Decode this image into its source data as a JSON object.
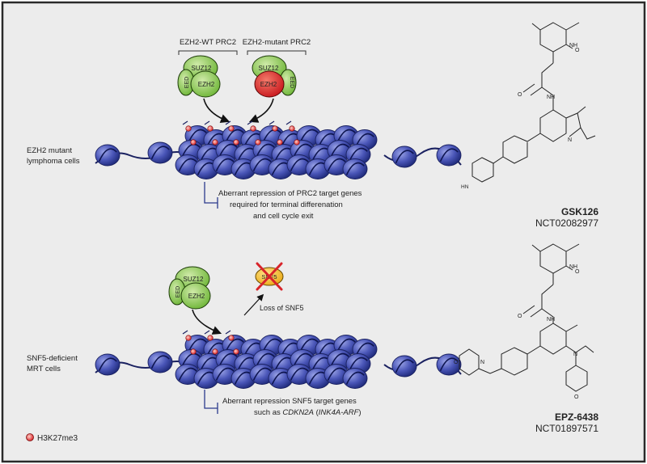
{
  "colors": {
    "background": "#ececec",
    "border": "#2a2a2a",
    "nucleosome": "#4a56b8",
    "nucleosome_dark": "#1f2a7a",
    "prc2_green": "#7dc142",
    "ezh2_mutant_red": "#d8242a",
    "mark_red": "#e23a3a",
    "snf5_yellow": "#f2c230",
    "inhibitor_line": "#2b3a8c"
  },
  "top_panel": {
    "wt_label": "EZH2-WT PRC2",
    "mutant_label": "EZH2-mutant PRC2",
    "wt_complex": {
      "suz12": "SUZ12",
      "eed": "EED",
      "ezh2": "EZH2"
    },
    "mutant_complex": {
      "suz12": "SUZ12",
      "eed": "EED",
      "ezh2": "EZH2"
    },
    "cell_label_line1": "EZH2 mutant",
    "cell_label_line2": "lymphoma cells",
    "outcome_line1": "Aberrant repression of PRC2 target genes",
    "outcome_line2": "required for terminal differenation",
    "outcome_line3": "and cell cycle exit"
  },
  "bottom_panel": {
    "complex": {
      "suz12": "SUZ12",
      "eed": "EED",
      "ezh2": "EZH2"
    },
    "snf5_label": "SNF5",
    "loss_label": "Loss of SNF5",
    "cell_label_line1": "SNF5-deficient",
    "cell_label_line2": "MRT cells",
    "outcome_line1": "Aberrant repression SNF5 target genes",
    "outcome_line2_prefix": "such as ",
    "outcome_gene": "CDKN2A",
    "outcome_paren_open": " (",
    "outcome_alias": "INK4A-ARF",
    "outcome_paren_close": ")"
  },
  "legend": {
    "label": "H3K27me3"
  },
  "drugs": [
    {
      "name": "GSK126",
      "trial": "NCT02082977"
    },
    {
      "name": "EPZ-6438",
      "trial": "NCT01897571"
    }
  ],
  "structure_atoms": {
    "nh": "NH",
    "o": "O",
    "n": "N",
    "hn": "HN"
  }
}
